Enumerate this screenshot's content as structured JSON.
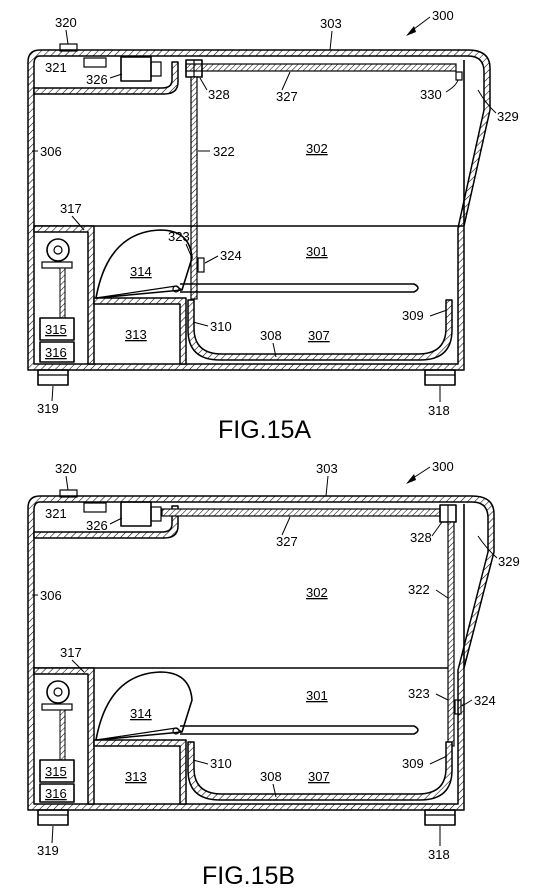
{
  "figures": [
    {
      "caption": "FIG.15A",
      "labels": {
        "l300": "300",
        "l301": "301",
        "l302": "302",
        "l303": "303",
        "l306": "306",
        "l307": "307",
        "l308": "308",
        "l309": "309",
        "l310": "310",
        "l313": "313",
        "l314": "314",
        "l315": "315",
        "l316": "316",
        "l317": "317",
        "l318": "318",
        "l319": "319",
        "l320": "320",
        "l321": "321",
        "l322": "322",
        "l323": "323",
        "l324": "324",
        "l326": "326",
        "l327": "327",
        "l328": "328",
        "l329": "329",
        "l330": "330"
      }
    },
    {
      "caption": "FIG.15B",
      "labels": {
        "l300": "300",
        "l301": "301",
        "l302": "302",
        "l303": "303",
        "l306": "306",
        "l307": "307",
        "l308": "308",
        "l309": "309",
        "l310": "310",
        "l313": "313",
        "l314": "314",
        "l315": "315",
        "l316": "316",
        "l317": "317",
        "l318": "318",
        "l319": "319",
        "l320": "320",
        "l321": "321",
        "l322": "322",
        "l323": "323",
        "l324": "324",
        "l326": "326",
        "l327": "327",
        "l328": "328",
        "l329": "329"
      }
    }
  ]
}
